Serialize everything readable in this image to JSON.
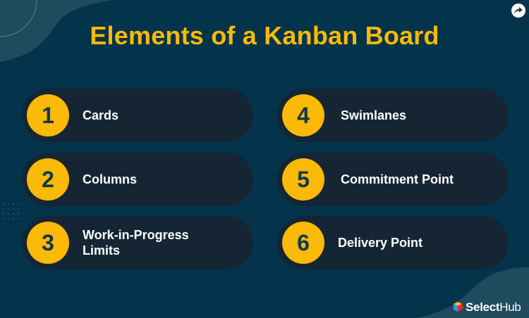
{
  "title": "Elements of a Kanban Board",
  "colors": {
    "background": "#03344b",
    "accent": "#fbb908",
    "card": "#152534",
    "card_text": "#ffffff",
    "number_text": "#0f3a4f"
  },
  "share_button": {
    "icon": "share-arrow-icon"
  },
  "elements": [
    {
      "number": "1",
      "label": "Cards"
    },
    {
      "number": "2",
      "label": "Columns"
    },
    {
      "number": "3",
      "label": "Work-in-Progress Limits"
    },
    {
      "number": "4",
      "label": "Swimlanes"
    },
    {
      "number": "5",
      "label": "Commitment Point"
    },
    {
      "number": "6",
      "label": "Delivery Point"
    }
  ],
  "brand": {
    "name_bold": "Select",
    "name_light": "Hub"
  }
}
